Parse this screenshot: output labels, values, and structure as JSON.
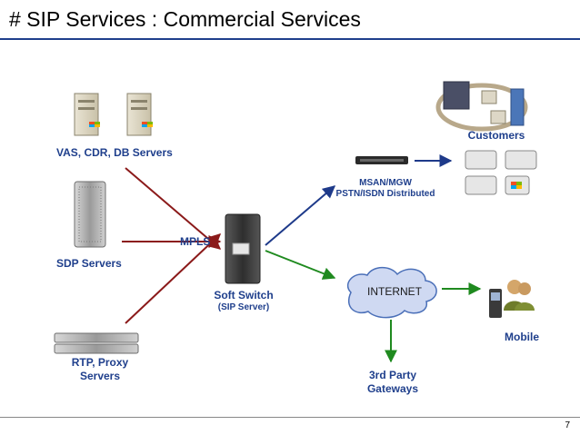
{
  "slide": {
    "title": "# SIP Services : Commercial Services",
    "page_number": "7"
  },
  "nodes": {
    "vas": "VAS, CDR, DB Servers",
    "sdp": "SDP Servers",
    "rtp_line1": "RTP, Proxy",
    "rtp_line2": "Servers",
    "mpls": "MPLS",
    "softswitch": "Soft Switch",
    "softswitch_sub": "(SIP Server)",
    "msan_line1": "MSAN/MGW",
    "msan_line2": "PSTN/ISDN Distributed",
    "customers": "Customers",
    "internet": "INTERNET",
    "mobile": "Mobile",
    "gateways_line1": "3rd Party",
    "gateways_line2": "Gateways"
  },
  "colors": {
    "title_rule": "#1f3f8c",
    "label": "#1f3f8c",
    "arrow_red": "#8b1a1a",
    "arrow_blue": "#1e3a8a",
    "arrow_green": "#1f8a1f",
    "cloud_fill": "#cfd9f2",
    "cloud_stroke": "#4a6fb8"
  }
}
